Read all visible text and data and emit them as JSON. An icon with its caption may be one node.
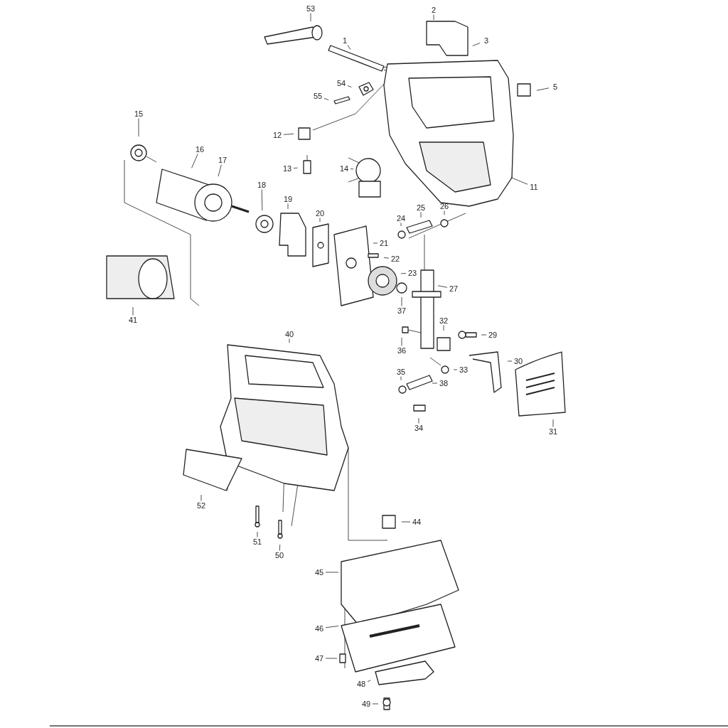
{
  "diagram": {
    "nodes": [
      {
        "text": [
          "2"
        ]
      },
      {
        "text": [
          "53"
        ]
      },
      {
        "text": [
          "3"
        ]
      },
      {
        "text": [
          "1"
        ]
      },
      {
        "text": [
          "54"
        ]
      },
      {
        "text": [
          "5"
        ]
      },
      {
        "text": [
          "55"
        ]
      },
      {
        "text": [
          "15"
        ]
      },
      {
        "text": [
          "12"
        ]
      },
      {
        "text": [
          "16"
        ]
      },
      {
        "text": [
          "17"
        ]
      },
      {
        "text": [
          "13"
        ]
      },
      {
        "text": [
          "14"
        ]
      },
      {
        "text": [
          "11"
        ]
      },
      {
        "text": [
          "18"
        ]
      },
      {
        "text": [
          "19"
        ]
      },
      {
        "text": [
          "25"
        ]
      },
      {
        "text": [
          "26"
        ]
      },
      {
        "text": [
          "24"
        ]
      },
      {
        "text": [
          "20"
        ]
      },
      {
        "text": [
          "21"
        ]
      },
      {
        "text": [
          "22"
        ]
      },
      {
        "text": [
          "23"
        ]
      },
      {
        "text": [
          "27"
        ]
      },
      {
        "text": [
          "37"
        ]
      },
      {
        "text": [
          "41"
        ]
      },
      {
        "text": [
          "40"
        ]
      },
      {
        "text": [
          "32"
        ]
      },
      {
        "text": [
          "29"
        ]
      },
      {
        "text": [
          "36"
        ]
      },
      {
        "text": [
          "30"
        ]
      },
      {
        "text": [
          "33"
        ]
      },
      {
        "text": [
          "38"
        ]
      },
      {
        "text": [
          "35"
        ]
      },
      {
        "text": [
          "34"
        ]
      },
      {
        "text": [
          "31"
        ]
      },
      {
        "text": [
          "52"
        ]
      },
      {
        "text": [
          "44"
        ]
      },
      {
        "text": [
          "51"
        ]
      },
      {
        "text": [
          "50"
        ]
      },
      {
        "text": [
          "45"
        ]
      },
      {
        "text": [
          "46"
        ]
      },
      {
        "text": [
          "47"
        ]
      },
      {
        "text": [
          "48"
        ]
      },
      {
        "text": [
          "49"
        ]
      }
    ],
    "edges": [
      {
        "from": 0,
        "to": null,
        "arrow": "none"
      },
      {
        "from": 1,
        "to": null,
        "arrow": "none"
      },
      {
        "from": 2,
        "to": null,
        "arrow": "none"
      },
      {
        "from": 3,
        "to": null,
        "arrow": "none"
      },
      {
        "from": 4,
        "to": null,
        "arrow": "none"
      },
      {
        "from": 5,
        "to": null,
        "arrow": "none"
      },
      {
        "from": 6,
        "to": null,
        "arrow": "none"
      },
      {
        "from": 7,
        "to": null,
        "arrow": "none"
      },
      {
        "from": 8,
        "to": null,
        "arrow": "none"
      },
      {
        "from": 9,
        "to": null,
        "arrow": "none"
      },
      {
        "from": 10,
        "to": null,
        "arrow": "none"
      },
      {
        "from": 11,
        "to": null,
        "arrow": "none"
      },
      {
        "from": 12,
        "to": null,
        "arrow": "none"
      },
      {
        "from": 13,
        "to": null,
        "arrow": "none"
      },
      {
        "from": 14,
        "to": null,
        "arrow": "none"
      },
      {
        "from": 15,
        "to": null,
        "arrow": "none"
      },
      {
        "from": 16,
        "to": null,
        "arrow": "none"
      },
      {
        "from": 17,
        "to": null,
        "arrow": "none"
      },
      {
        "from": 18,
        "to": null,
        "arrow": "none"
      },
      {
        "from": 19,
        "to": null,
        "arrow": "none"
      },
      {
        "from": 20,
        "to": null,
        "arrow": "none"
      },
      {
        "from": 21,
        "to": null,
        "arrow": "none"
      },
      {
        "from": 22,
        "to": null,
        "arrow": "none"
      },
      {
        "from": 23,
        "to": null,
        "arrow": "none"
      },
      {
        "from": 24,
        "to": null,
        "arrow": "none"
      },
      {
        "from": 25,
        "to": null,
        "arrow": "none"
      },
      {
        "from": 26,
        "to": null,
        "arrow": "none"
      },
      {
        "from": 27,
        "to": null,
        "arrow": "none"
      },
      {
        "from": 28,
        "to": null,
        "arrow": "none"
      },
      {
        "from": 29,
        "to": null,
        "arrow": "none"
      },
      {
        "from": 30,
        "to": null,
        "arrow": "none"
      },
      {
        "from": 31,
        "to": null,
        "arrow": "none"
      },
      {
        "from": 32,
        "to": null,
        "arrow": "none"
      },
      {
        "from": 33,
        "to": null,
        "arrow": "none"
      },
      {
        "from": 34,
        "to": null,
        "arrow": "none"
      },
      {
        "from": 35,
        "to": null,
        "arrow": "none"
      },
      {
        "from": 36,
        "to": null,
        "arrow": "none"
      },
      {
        "from": 37,
        "to": null,
        "arrow": "none"
      },
      {
        "from": 38,
        "to": null,
        "arrow": "none"
      },
      {
        "from": 39,
        "to": null,
        "arrow": "none"
      },
      {
        "from": 40,
        "to": null,
        "arrow": "none"
      },
      {
        "from": 41,
        "to": null,
        "arrow": "none"
      },
      {
        "from": 42,
        "to": null,
        "arrow": "none"
      },
      {
        "from": 43,
        "to": null,
        "arrow": "none"
      },
      {
        "from": 44,
        "to": null,
        "arrow": "none"
      }
    ]
  }
}
